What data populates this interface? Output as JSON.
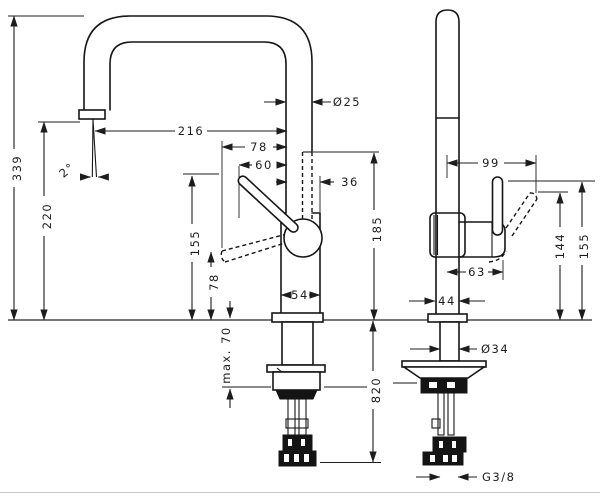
{
  "drawing": {
    "kind": "technical dimension drawing",
    "subject": "single-lever kitchen mixer tap, front view and side view"
  },
  "dims": {
    "overall_height": "339",
    "spout_outlet_height": "220",
    "spout_reach": "216",
    "lever_offset_wide": "78",
    "lever_offset_narrow": "60",
    "spray_offset": "36",
    "spout_diameter": "Ø25",
    "spout_tilt": "2°",
    "spray_outlet_height": "185",
    "lever_top_height": "155",
    "lever_low_height": "78",
    "body_width": "54",
    "max_counter_thickness": "max. 70",
    "hose_length": "820",
    "side_lever_reach": "99",
    "side_lever_height_turned": "144",
    "side_lever_height": "155",
    "side_body_depth": "63",
    "side_body_width": "44",
    "shank_diameter": "Ø34",
    "connection_thread": "G3/8"
  },
  "colors": {
    "line": "#1d1d1d",
    "counter_line": "#4a4a4a",
    "dark_fill": "#141414",
    "background": "#ffffff"
  }
}
